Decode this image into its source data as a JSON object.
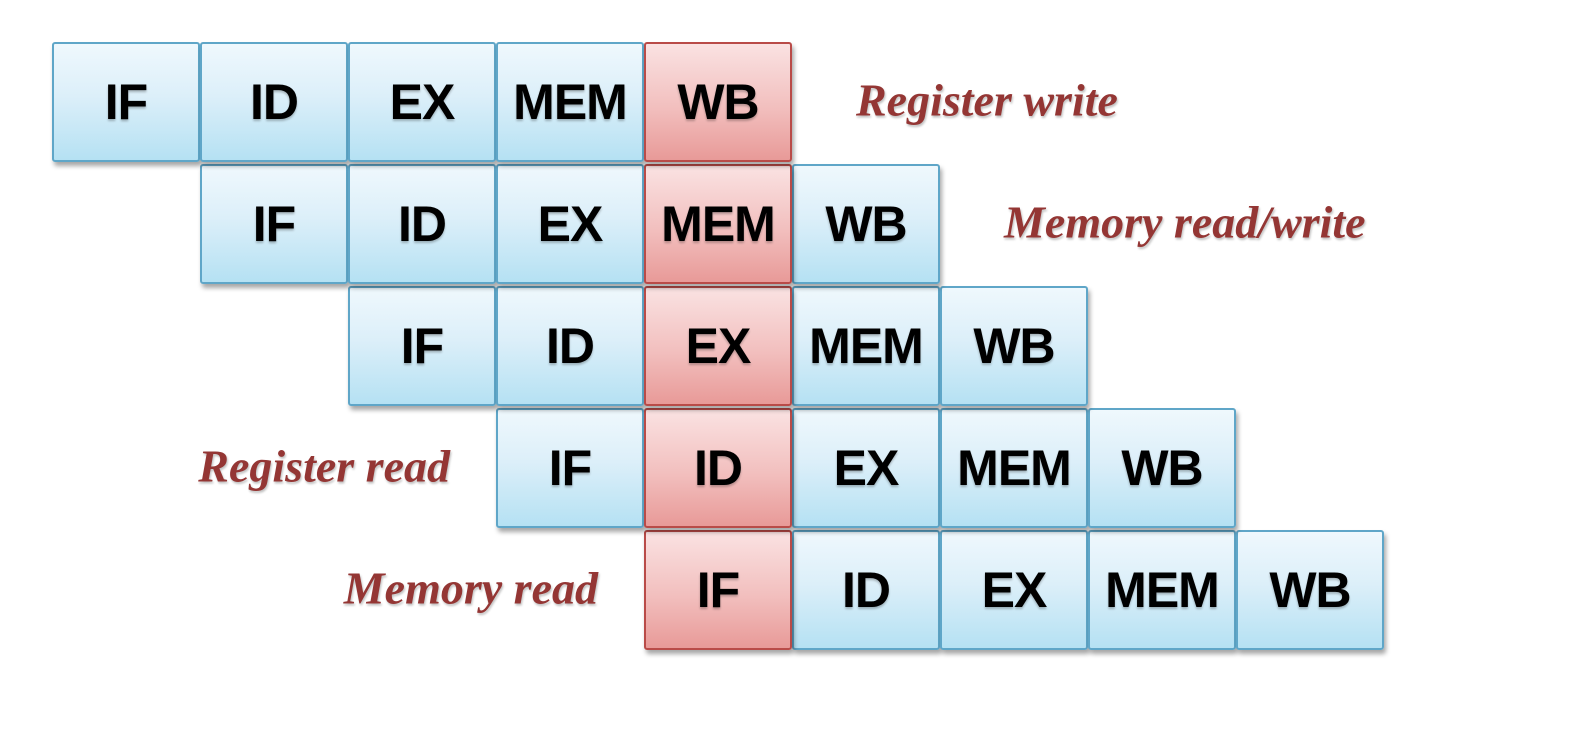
{
  "diagram": {
    "stage_sequence": [
      "IF",
      "ID",
      "EX",
      "MEM",
      "WB"
    ],
    "rows": [
      {
        "cells": [
          {
            "stage": "IF",
            "highlighted": false
          },
          {
            "stage": "ID",
            "highlighted": false
          },
          {
            "stage": "EX",
            "highlighted": false
          },
          {
            "stage": "MEM",
            "highlighted": false
          },
          {
            "stage": "WB",
            "highlighted": true
          }
        ],
        "label": {
          "text": "Register write",
          "position": "right"
        }
      },
      {
        "cells": [
          {
            "stage": "IF",
            "highlighted": false
          },
          {
            "stage": "ID",
            "highlighted": false
          },
          {
            "stage": "EX",
            "highlighted": false
          },
          {
            "stage": "MEM",
            "highlighted": true
          },
          {
            "stage": "WB",
            "highlighted": false
          }
        ],
        "label": {
          "text": "Memory read/write",
          "position": "right"
        }
      },
      {
        "cells": [
          {
            "stage": "IF",
            "highlighted": false
          },
          {
            "stage": "ID",
            "highlighted": false
          },
          {
            "stage": "EX",
            "highlighted": true
          },
          {
            "stage": "MEM",
            "highlighted": false
          },
          {
            "stage": "WB",
            "highlighted": false
          }
        ],
        "label": null
      },
      {
        "cells": [
          {
            "stage": "IF",
            "highlighted": false
          },
          {
            "stage": "ID",
            "highlighted": true
          },
          {
            "stage": "EX",
            "highlighted": false
          },
          {
            "stage": "MEM",
            "highlighted": false
          },
          {
            "stage": "WB",
            "highlighted": false
          }
        ],
        "label": {
          "text": "Register read",
          "position": "left"
        }
      },
      {
        "cells": [
          {
            "stage": "IF",
            "highlighted": true
          },
          {
            "stage": "ID",
            "highlighted": false
          },
          {
            "stage": "EX",
            "highlighted": false
          },
          {
            "stage": "MEM",
            "highlighted": false
          },
          {
            "stage": "WB",
            "highlighted": false
          }
        ],
        "label": {
          "text": "Memory read",
          "position": "left"
        }
      }
    ],
    "colors": {
      "background": "#FFFFFF",
      "blue_fill_top": "#EFF8FD",
      "blue_fill_bottom": "#B5E1F3",
      "blue_border": "#5FA6C8",
      "red_fill_top": "#FAE2E2",
      "red_fill_bottom": "#E89A98",
      "red_border": "#B94B48",
      "cell_text": "#000000",
      "label_text": "#943634"
    }
  }
}
